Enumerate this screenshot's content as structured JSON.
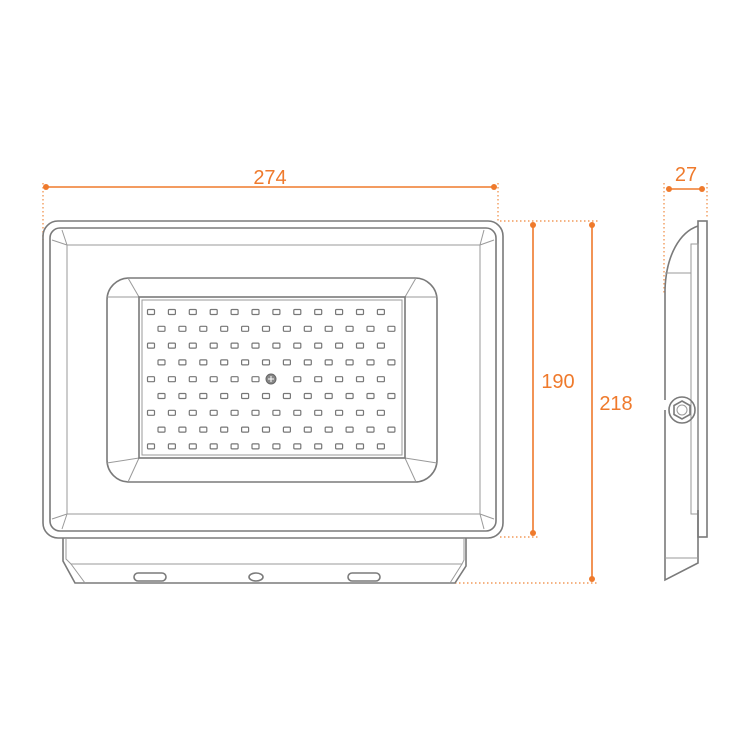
{
  "dimensions": {
    "width": "274",
    "body_height": "190",
    "total_height": "218",
    "depth": "27"
  },
  "led_grid": {
    "rows": 9,
    "columns_per_row": 12
  },
  "colors": {
    "dimension": "#ef7a2c",
    "outline": "#7a7a7a"
  }
}
